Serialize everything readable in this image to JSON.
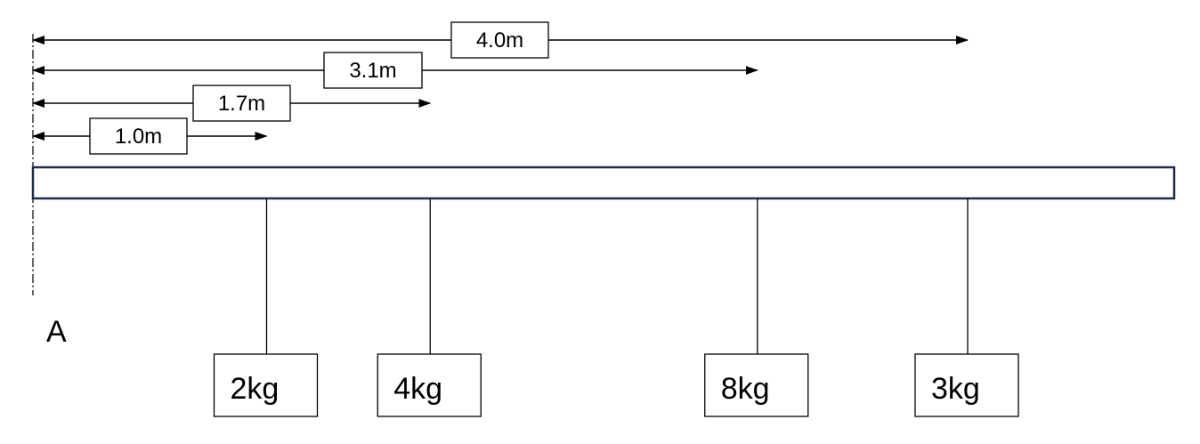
{
  "diagram": {
    "point_label": "A",
    "dimensions": [
      {
        "label": "1.0m",
        "distance": 1.0
      },
      {
        "label": "1.7m",
        "distance": 1.7
      },
      {
        "label": "3.1m",
        "distance": 3.1
      },
      {
        "label": "4.0m",
        "distance": 4.0
      }
    ],
    "masses": [
      {
        "label": "2kg",
        "position": 1.0
      },
      {
        "label": "4kg",
        "position": 1.7
      },
      {
        "label": "8kg",
        "position": 3.1
      },
      {
        "label": "3kg",
        "position": 4.0
      }
    ],
    "colors": {
      "beam_stroke": "#1f2d4d",
      "line": "#000000"
    }
  }
}
